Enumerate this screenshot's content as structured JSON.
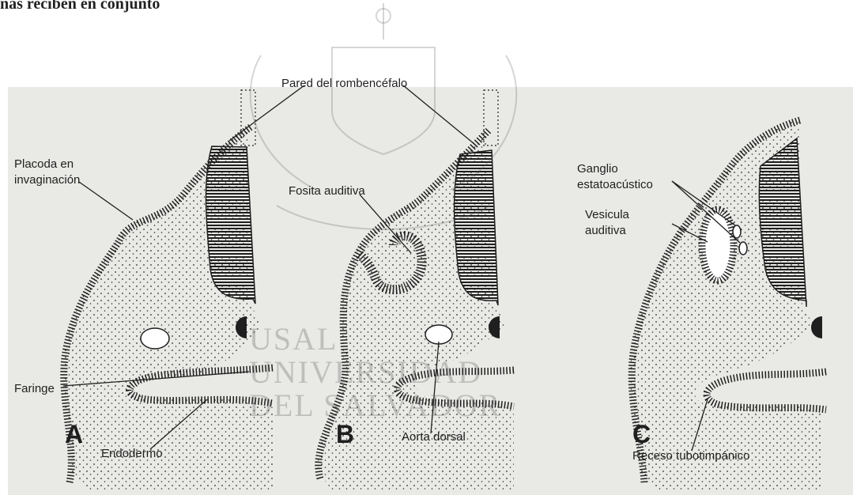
{
  "page": {
    "top_text": "nas reciben en conjunto"
  },
  "watermark": {
    "line1": "USAL",
    "line2": "UNIVERSIDAD",
    "line3": "DEL SALVADOR"
  },
  "panels": [
    {
      "letter": "A",
      "labels": {
        "placoda_1": "Placoda en",
        "placoda_2": "invaginación",
        "faringe": "Faringe",
        "endodermo": "Endodermo"
      }
    },
    {
      "letter": "B",
      "labels": {
        "pared": "Pared del rombencéfalo",
        "fosita": "Fosita auditiva",
        "aorta": "Aorta dorsal"
      }
    },
    {
      "letter": "C",
      "labels": {
        "ganglio_1": "Ganglio",
        "ganglio_2": "estatoacústico",
        "vesicula_1": "Vesicula",
        "vesicula_2": "auditiva",
        "receso": "Receso tubotimpánico"
      }
    }
  ],
  "colors": {
    "background": "#e9e9e6",
    "ink": "#1f1f1f",
    "page": "#ffffff"
  }
}
